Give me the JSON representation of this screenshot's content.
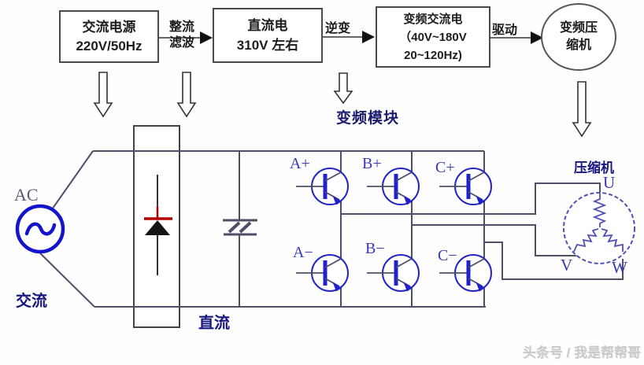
{
  "flow": {
    "box1": {
      "line1": "交流电源",
      "line2": "220V/50Hz"
    },
    "arrow1_label": {
      "line1": "整流",
      "line2": "滤波"
    },
    "box2": {
      "line1": "直流电",
      "line2": "310V 左右"
    },
    "arrow2_label": "逆变",
    "box3": {
      "line1": "变频交流电",
      "line2": "（40V~180V",
      "line3": "20~120Hz)"
    },
    "arrow3_label": "驱动",
    "compressor_node": {
      "line1": "变频压",
      "line2": "缩机"
    }
  },
  "circuit": {
    "ac_label": "AC",
    "ac_text": "交流",
    "dc_text": "直流",
    "module_label": "变频模块",
    "compressor_label": "压缩机",
    "transistor_labels": [
      "A+",
      "B+",
      "C+",
      "A−",
      "B−",
      "C−"
    ],
    "motor_terminals": [
      "U",
      "V",
      "W"
    ]
  },
  "watermark": "头条号 / 我是帮帮哥",
  "colors": {
    "wire": "#4e4e68",
    "device_blue": "#2121c6",
    "label_navy": "#16167e",
    "diode_red": "#b40000",
    "box_border": "#4a4a4a",
    "watermark_gray": "#c9c9c9"
  }
}
